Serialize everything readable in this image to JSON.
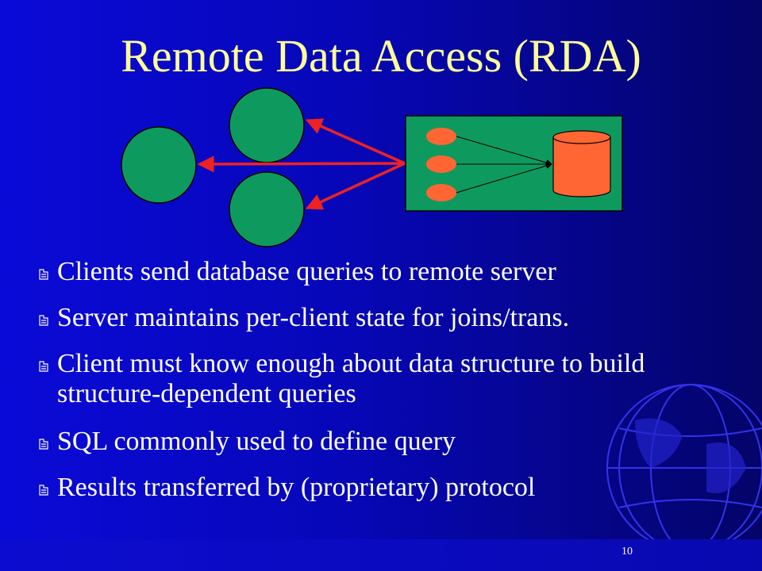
{
  "slide": {
    "title": "Remote Data Access (RDA)",
    "page_number": "10",
    "bullets": [
      "Clients send database queries to remote server",
      "Server maintains per-client state for joins/trans.",
      "Client must know enough about data structure to build structure-dependent queries",
      "SQL commonly used to define query",
      "Results transferred by (proprietary) protocol"
    ]
  },
  "colors": {
    "background": "#0707b8",
    "title": "#ffff99",
    "client_node": "#0e9a5e",
    "server_box": "#0e9a5e",
    "process_node": "#ff6633",
    "database": "#ff6633",
    "link": "#ee2222"
  },
  "icons": {
    "bullet": "pointing-hand-icon",
    "decoration": "globe-icon"
  }
}
